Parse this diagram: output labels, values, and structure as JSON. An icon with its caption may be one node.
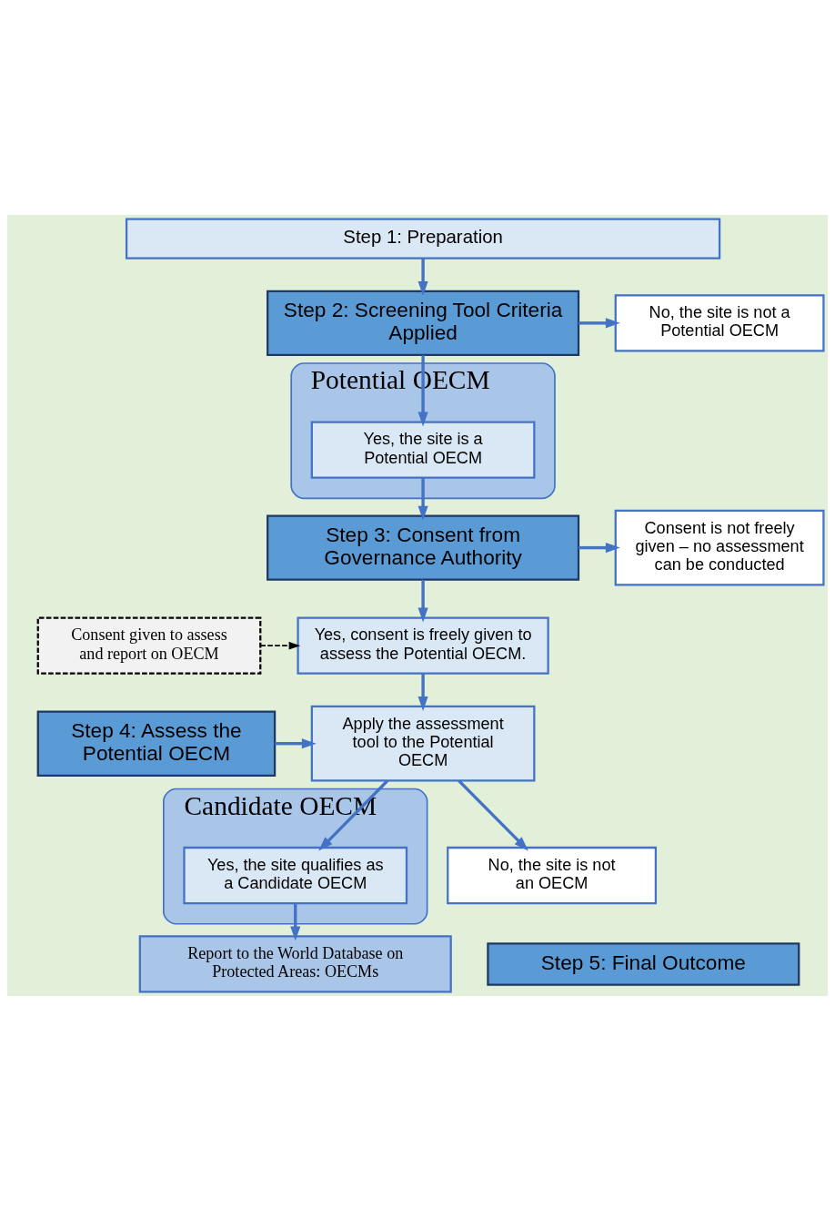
{
  "diagram": {
    "nodes": [
      {
        "text": [
          "Step 1: Preparation"
        ]
      },
      {
        "text": [
          "Step 2: Screening Tool Criteria Applied"
        ]
      },
      {
        "text": [
          "No, the site is not a Potential OECM"
        ]
      },
      {
        "text": [
          "Potential OECM"
        ]
      },
      {
        "text": [
          "Yes, the site is a Potential OECM"
        ],
        "in": 3
      },
      {
        "text": [
          "Step 3: Consent from Governance Authority"
        ]
      },
      {
        "text": [
          "Consent is not freely given – no assessment can be conducted"
        ]
      },
      {
        "text": [
          "Consent given to assess and report on OECM"
        ]
      },
      {
        "text": [
          "Yes, consent is freely given to assess the Potential OECM."
        ]
      },
      {
        "text": [
          "Step 4: Assess the Potential OECM"
        ]
      },
      {
        "text": [
          "Apply the assessment tool to the Potential OECM"
        ]
      },
      {
        "text": [
          "Candidate OECM"
        ]
      },
      {
        "text": [
          "Yes, the site qualifies as a Candidate OECM"
        ],
        "in": 11
      },
      {
        "text": [
          "No, the site is not an OECM"
        ]
      },
      {
        "text": [
          "Step 5: Final Outcome"
        ]
      },
      {
        "text": [
          "Report to the World Database on Protected Areas: OECMs"
        ]
      }
    ],
    "edges": [
      {
        "from": 0,
        "to": 1,
        "arrow": "to"
      },
      {
        "from": 1,
        "to": 2,
        "arrow": "to"
      },
      {
        "from": 1,
        "to": 4,
        "arrow": "to"
      },
      {
        "from": 4,
        "to": 5,
        "arrow": "to"
      },
      {
        "from": 5,
        "to": 6,
        "arrow": "to"
      },
      {
        "from": 5,
        "to": 8,
        "arrow": "to"
      },
      {
        "from": 7,
        "to": 8,
        "arrow": "to",
        "style": "dashed",
        "color": "#000000"
      },
      {
        "from": 8,
        "to": 10,
        "arrow": "to"
      },
      {
        "from": 9,
        "to": 10,
        "arrow": "to"
      },
      {
        "from": 10,
        "to": 12,
        "arrow": "to"
      },
      {
        "from": 10,
        "to": 13,
        "arrow": "to"
      },
      {
        "from": 12,
        "to": 15,
        "arrow": "to"
      }
    ]
  }
}
